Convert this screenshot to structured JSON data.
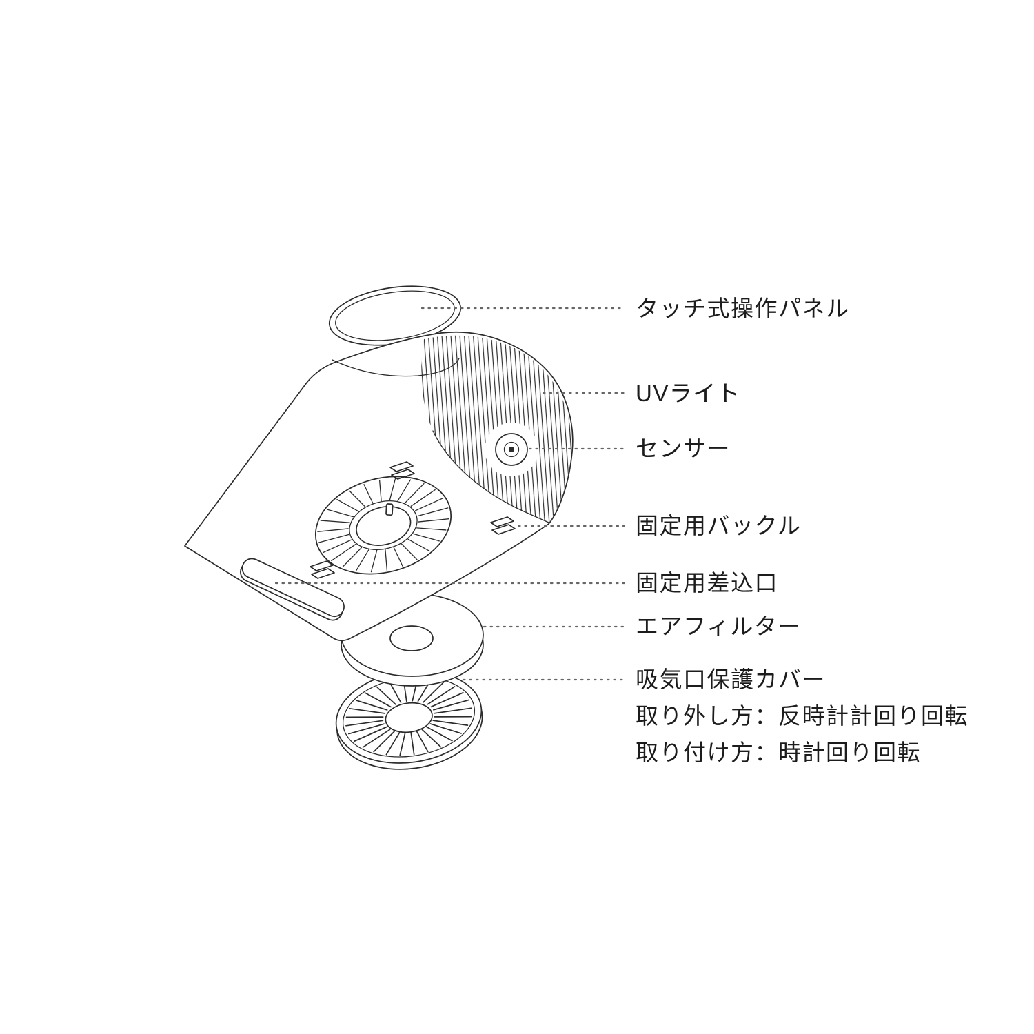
{
  "page": {
    "colors": {
      "background": "#ffffff",
      "line": "#2b2b2b",
      "leader": "#666666",
      "text": "#1c1c1c"
    }
  },
  "diagram": {
    "labels": [
      {
        "part": "touch-panel",
        "text": "タッチ式操作パネル"
      },
      {
        "part": "uv-light",
        "text": "UVライト"
      },
      {
        "part": "sensor",
        "text": "センサー"
      },
      {
        "part": "fixing-buckle",
        "text": "固定用バックル"
      },
      {
        "part": "fixing-slot",
        "text": "固定用差込口"
      },
      {
        "part": "air-filter",
        "text": "エアフィルター"
      },
      {
        "part": "intake-cover",
        "text": "吸気口保護カバー"
      }
    ],
    "notes": [
      "取り外し方：反時計計回り回転",
      "取り付け方：時計回り回転"
    ]
  }
}
